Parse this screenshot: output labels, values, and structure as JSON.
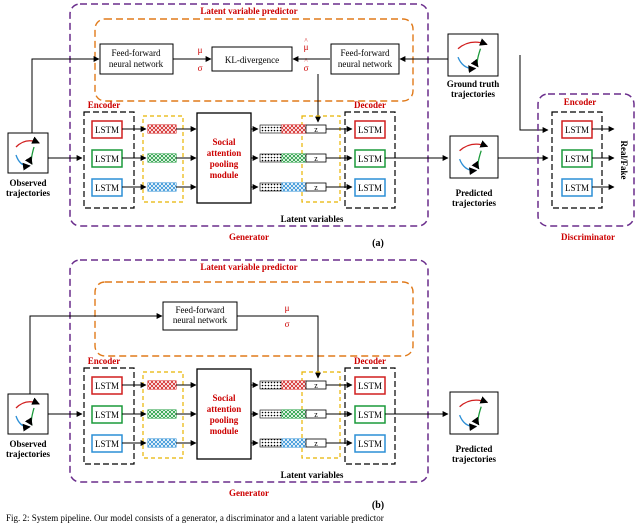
{
  "colors": {
    "purple": "#6a2d8c",
    "orange": "#e07a1a",
    "red": "#d11f1f",
    "green": "#1a9a3a",
    "blue": "#2c8fd6",
    "yellow": "#e8b400",
    "labelRed": "#cc0000"
  },
  "panelA": {
    "label": "(a)",
    "latent_title": "Latent variable predictor",
    "ffnn_left": [
      "Feed-forward",
      "neural network"
    ],
    "ffnn_right": [
      "Feed-forward",
      "neural network"
    ],
    "kl": "KL-divergence",
    "mu": "μ",
    "sigma": "σ",
    "mu_hat": "μ",
    "sigma_hat": "σ",
    "hat": "^",
    "encoder": "Encoder",
    "decoder": "Decoder",
    "lstm": "LSTM",
    "social": [
      "Social",
      "attention",
      "pooling",
      "module"
    ],
    "z": "z",
    "latent_vars": "Latent variables",
    "generator": "Generator",
    "observed": [
      "Observed",
      "trajectories"
    ],
    "predicted": [
      "Predicted",
      "trajectories"
    ],
    "ground_truth": [
      "Ground truth",
      "trajectories"
    ],
    "disc_encoder": "Encoder",
    "real_fake": "Real/Fake",
    "discriminator": "Discriminator"
  },
  "panelB": {
    "label": "(b)",
    "latent_title": "Latent variable predictor",
    "ffnn": [
      "Feed-forward",
      "neural network"
    ],
    "mu": "μ",
    "sigma": "σ",
    "encoder": "Encoder",
    "decoder": "Decoder",
    "lstm": "LSTM",
    "social": [
      "Social",
      "attention",
      "pooling",
      "module"
    ],
    "z": "z",
    "latent_vars": "Latent variables",
    "generator": "Generator",
    "observed": [
      "Observed",
      "trajectories"
    ],
    "predicted": [
      "Predicted",
      "trajectories"
    ]
  },
  "caption": "Fig. 2: System pipeline. Our model consists of a generator, a discriminator and a latent variable predictor"
}
